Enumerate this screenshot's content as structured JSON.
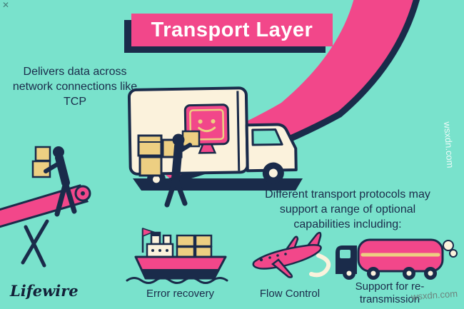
{
  "page": {
    "title": "Transport Layer",
    "left_note": "Delivers data across network connections like TCP",
    "right_note": "Different transport protocols may support a range of optional capabilities including:",
    "footer_logo": "Lifewire",
    "watermark": "wsxdn.com"
  },
  "captions": {
    "error_recovery": "Error recovery",
    "flow_control": "Flow Control",
    "retransmission": "Support for re-transmission"
  },
  "icons": {
    "close_glyph": "✕",
    "illustrations": [
      "pink-highway",
      "delivery-truck",
      "smiley-monitor",
      "warehouse-worker-left",
      "warehouse-worker-truck",
      "conveyor-belt",
      "cargo-ship-icon",
      "airplane-icon",
      "freight-truck-icon"
    ]
  },
  "colors": {
    "background_teal": "#79E2CC",
    "accent_pink": "#F2478A",
    "ink_navy": "#1A2B4A",
    "cream": "#FBF2DC",
    "gold": "#EDCF82",
    "title_text": "#FFFFFF"
  }
}
